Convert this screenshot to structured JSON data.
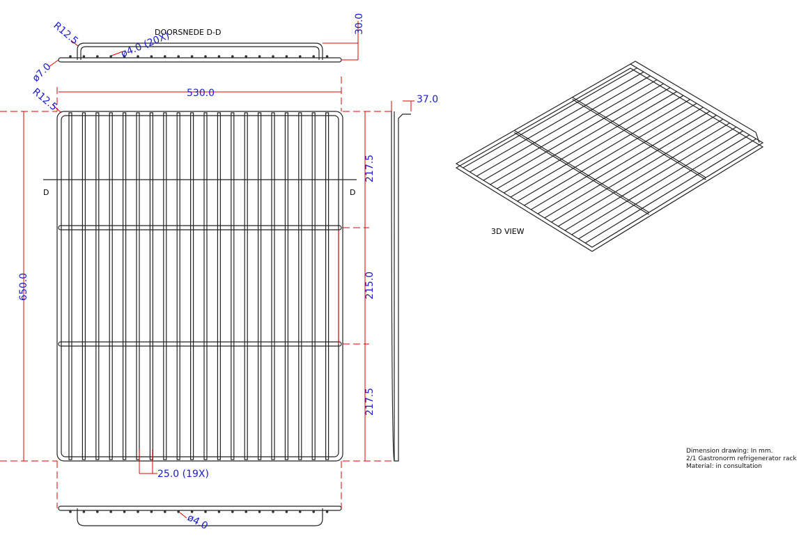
{
  "section_title": "DOORSNEDE  D-D",
  "section_marker": "D",
  "view_3d_label": "3D VIEW",
  "dimensions": {
    "r_top": "R12.5",
    "wire_dia_top": "ø4.0  (20X)",
    "frame_dia": "ø7.0",
    "height": "30.0",
    "width": "530.0",
    "r_corner": "R12.5",
    "side_depth": "37.0",
    "length": "650.0",
    "seg1": "217.5",
    "seg2": "215.0",
    "seg3": "217.5",
    "pitch": "25.0  (19X)",
    "wire_dia_bottom": "ø4.0"
  },
  "notes": [
    "Dimension drawing: In mm.",
    "2/1 Gastronorm refrigenerator rack",
    "Material: in consultation"
  ],
  "colors": {
    "dimension_text": "#1a1ad0",
    "dimension_line": "#e00000",
    "wire": "#222222"
  }
}
